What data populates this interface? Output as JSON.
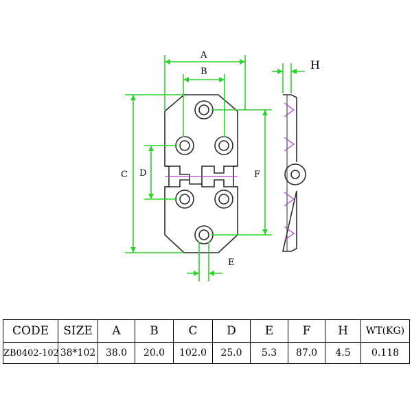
{
  "drawing": {
    "labels": {
      "a": "A",
      "b": "B",
      "c": "C",
      "d": "D",
      "e": "E",
      "f": "F",
      "h": "H"
    },
    "colors": {
      "outline": "#2b2b2b",
      "dimension": "#2fcf2f",
      "accent": "#b040c8"
    }
  },
  "table": {
    "headers": [
      "CODE",
      "SIZE",
      "A",
      "B",
      "C",
      "D",
      "E",
      "F",
      "H",
      "WT(KG)"
    ],
    "rows": [
      [
        "ZB0402-102",
        "38*102",
        "38.0",
        "20.0",
        "102.0",
        "25.0",
        "5.3",
        "87.0",
        "4.5",
        "0.118"
      ]
    ]
  }
}
